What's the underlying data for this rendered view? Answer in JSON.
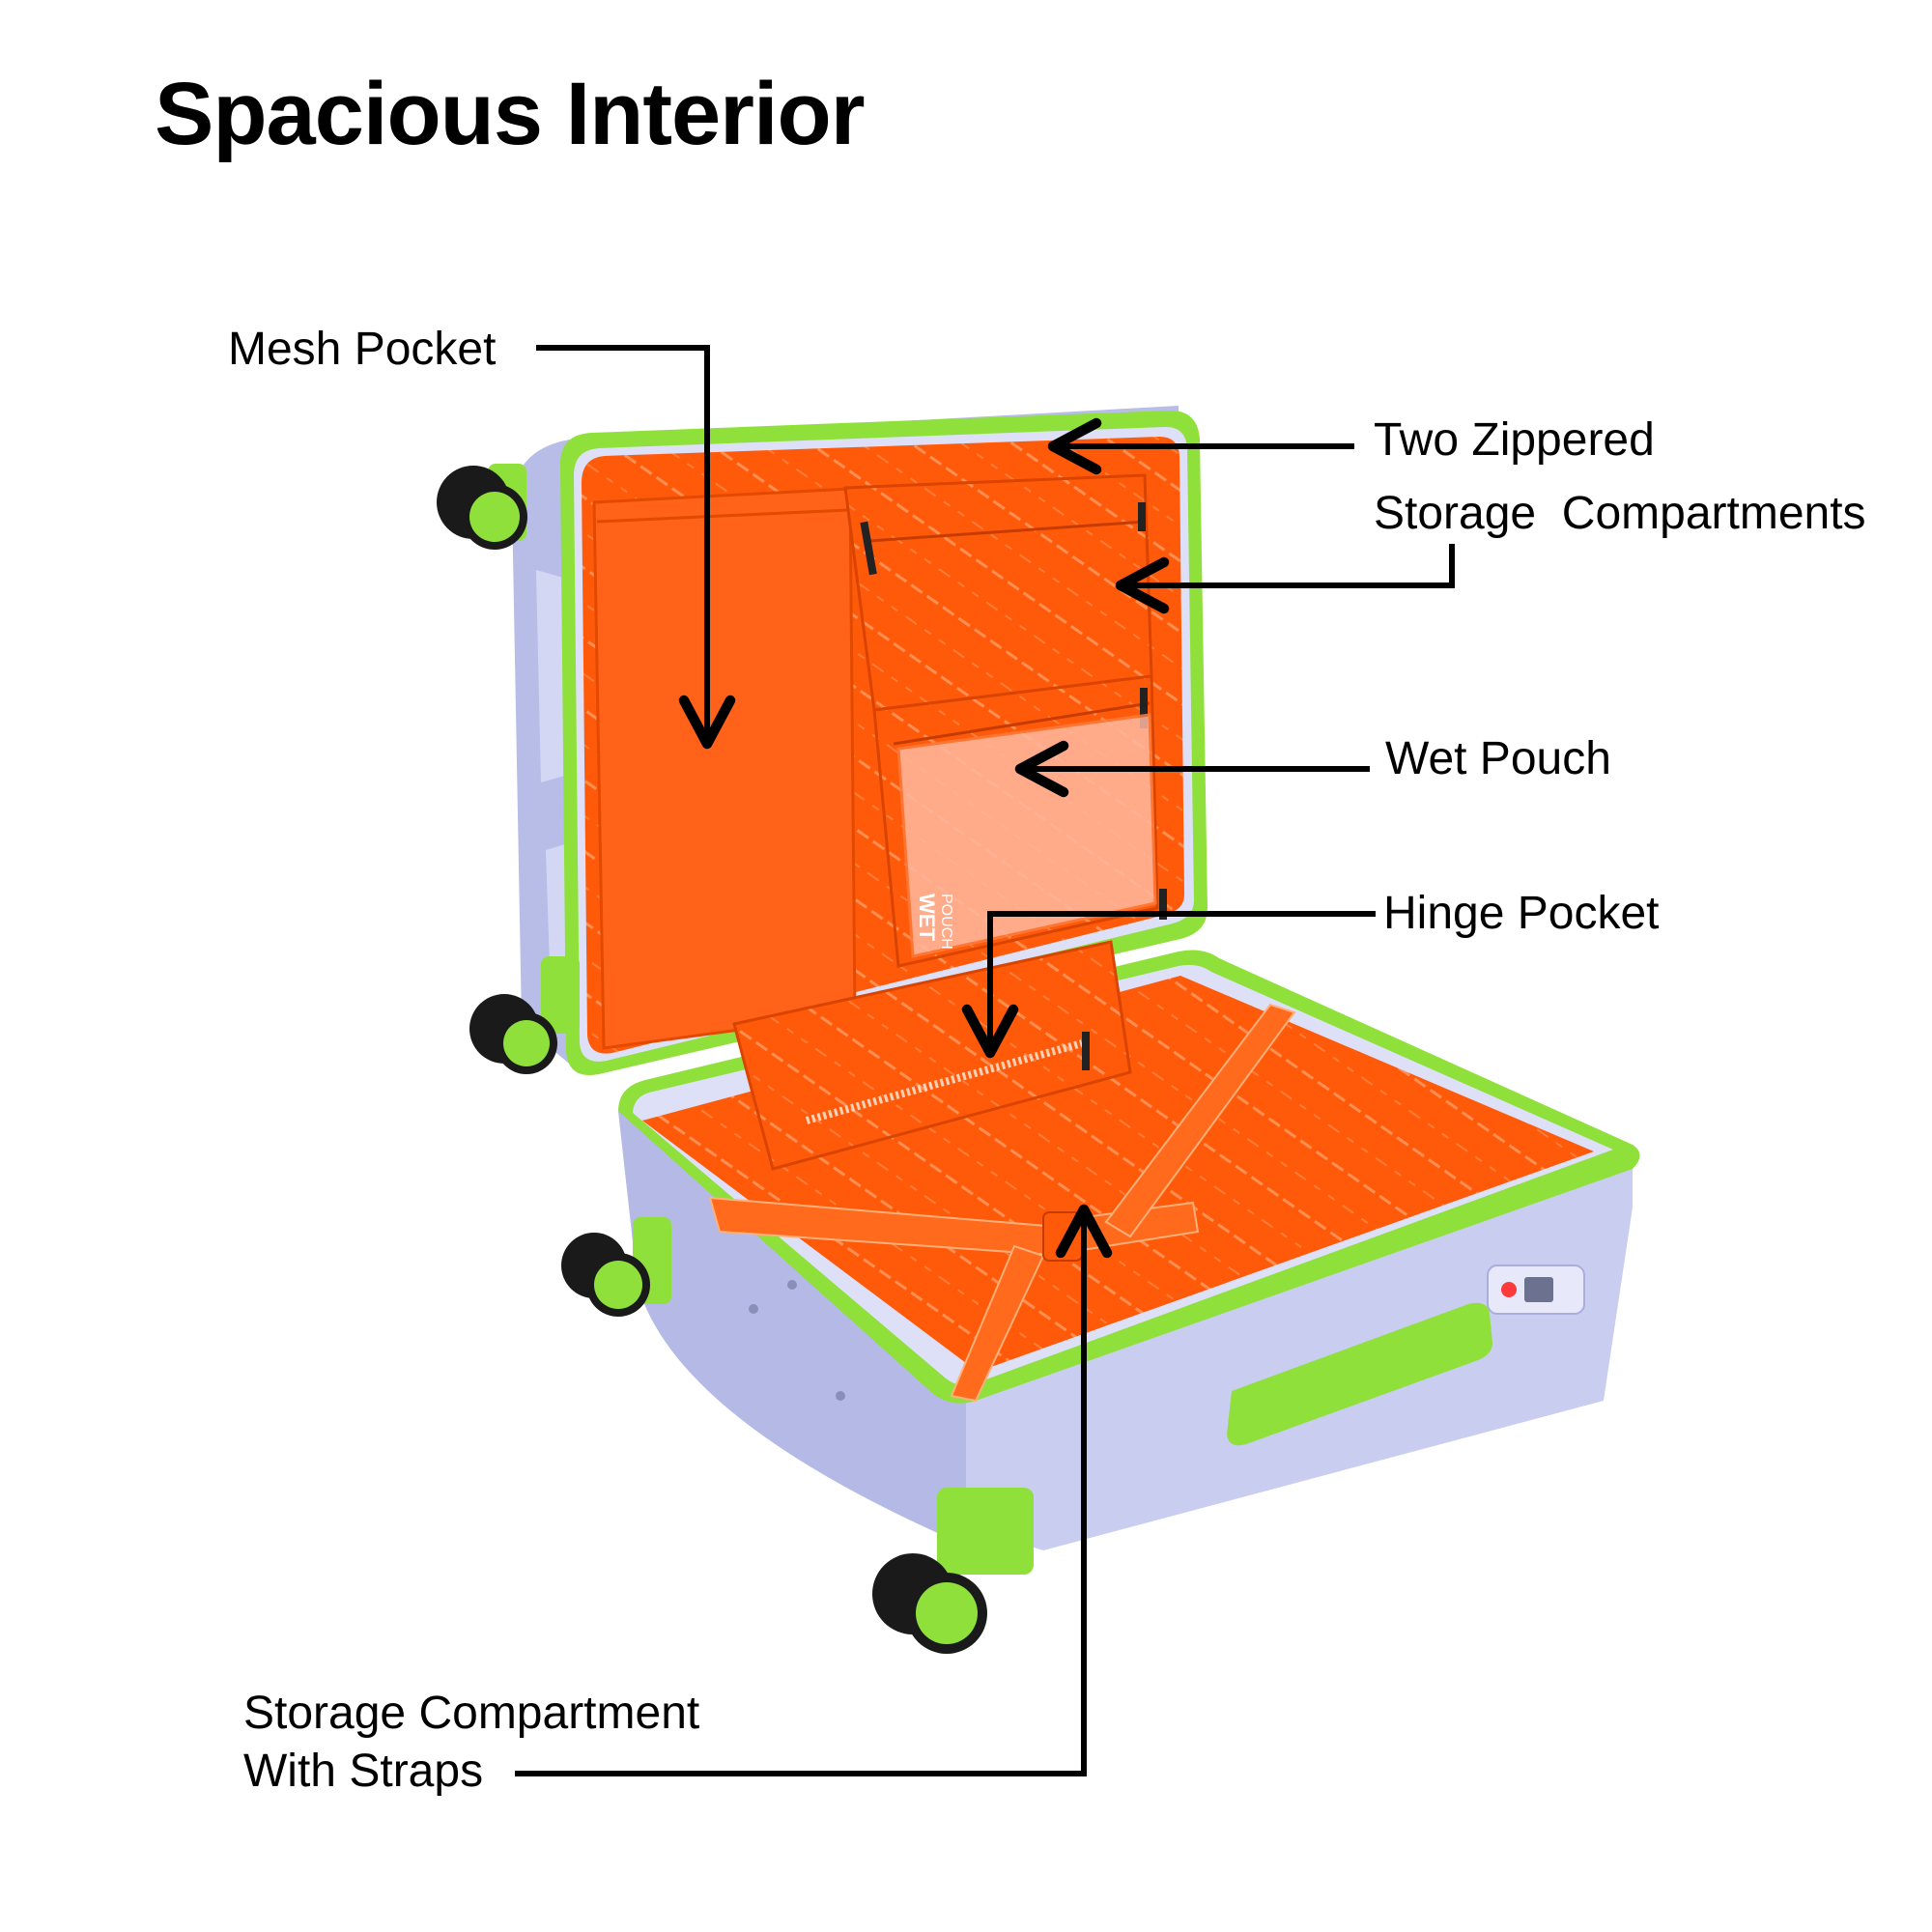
{
  "title": "Spacious Interior",
  "callouts": {
    "mesh_pocket": "Mesh Pocket",
    "zippered_line1": "Two Zippered",
    "zippered_line2": "Storage  Compartments",
    "wet_pouch": "Wet Pouch",
    "hinge_pocket": "Hinge Pocket",
    "straps_line1": "Storage Compartment",
    "straps_line2": "With Straps"
  },
  "product_print": {
    "pouch_text_1": "WET",
    "pouch_text_2": "POUCH"
  },
  "colors": {
    "shell": "#c9cdf0",
    "shell_dark": "#a9aedc",
    "lining": "#ff5a0a",
    "lining_stripe": "#ff8a4a",
    "trim": "#8fe03a",
    "wheel": "#1a1a1a",
    "arrow": "#000000"
  }
}
